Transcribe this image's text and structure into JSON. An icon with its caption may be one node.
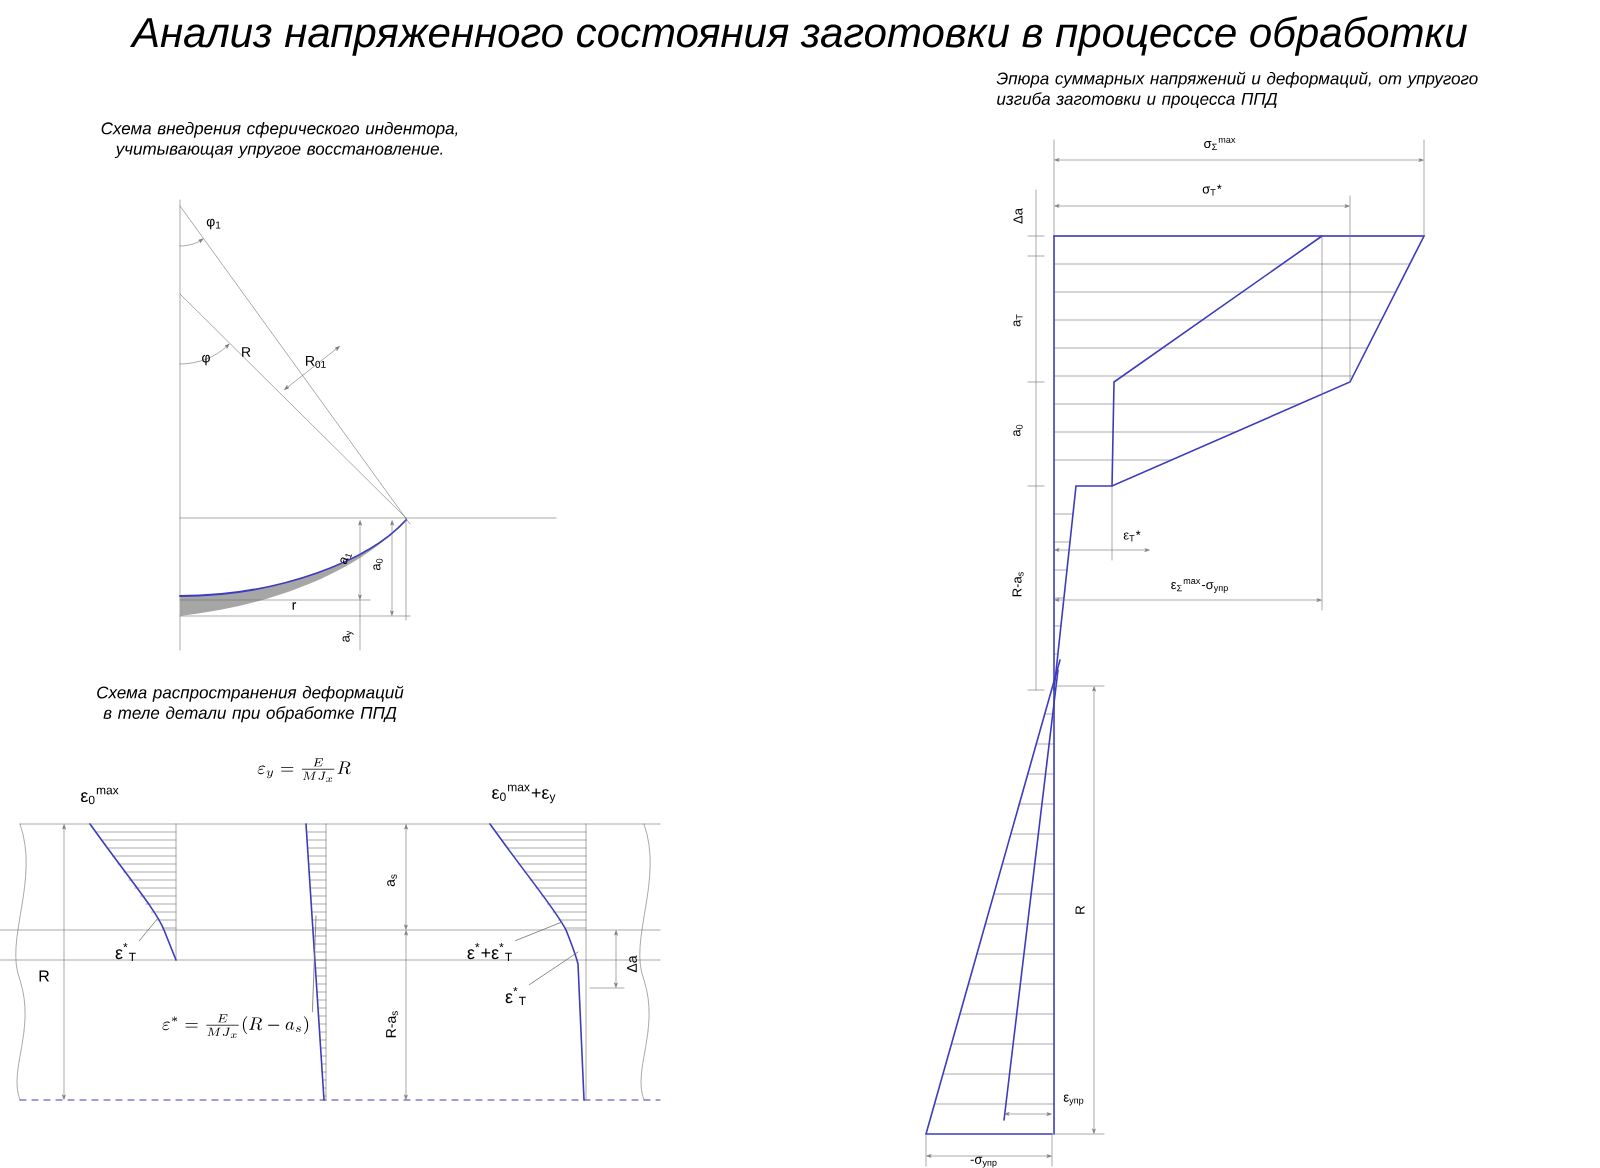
{
  "diagram": {
    "title": "Анализ напряженного состояния заготовки в процессе обработки",
    "nodes": [
      {
        "text": [
          "ε$^{*}$$_{T}$"
        ]
      },
      {
        "text": [
          "\\varepsilon^{*}=\\frac{E}{MJ_x}(R-a_s)"
        ]
      },
      {
        "text": [
          "ε$^{*}$+ε$^{*}$$_{T}$"
        ]
      },
      {
        "text": [
          "ε$^{*}$$_{T}$"
        ]
      }
    ],
    "edges": [
      {
        "from": 0,
        "to": null,
        "arrow": "none"
      },
      {
        "from": 1,
        "to": null,
        "arrow": "none"
      },
      {
        "from": 2,
        "to": null,
        "arrow": "none"
      },
      {
        "from": 3,
        "to": null,
        "arrow": "none"
      }
    ],
    "labels": [
      "Схема внедрения сферического индентора, учитывающая упругое восстановление.",
      "Эпюра суммарных напряжений и деформаций, от упругого изгиба заготовки и процесса ППД",
      "σ$_{Σ}$$^{max}$",
      "σ$_{T}$*",
      "φ$_{1}$",
      "Δa",
      "φ",
      "R",
      "R$_{01}$",
      "a$_{T}$",
      "a$_{0}$",
      "a$_{1}$",
      "a$_{0}$",
      "ε$_{T}$*",
      "R-a$_{s}$",
      "ε$_{Σ}$$^{max}$-σ$_{упр}$",
      "r",
      "a$_{y}$",
      "Схема распространения деформаций в теле детали при обработке ППД",
      "ε$_{0}$$^{max}$",
      "\\varepsilon_y=\\frac{E}{MJ_x}R",
      "ε$_{0}$$^{max}$+ε$_{y}$",
      "a$_{s}$",
      "R",
      "R",
      "Δa",
      "R-a$_{s}$",
      "ε$_{упр}$",
      "-σ$_{упр}$"
    ]
  }
}
